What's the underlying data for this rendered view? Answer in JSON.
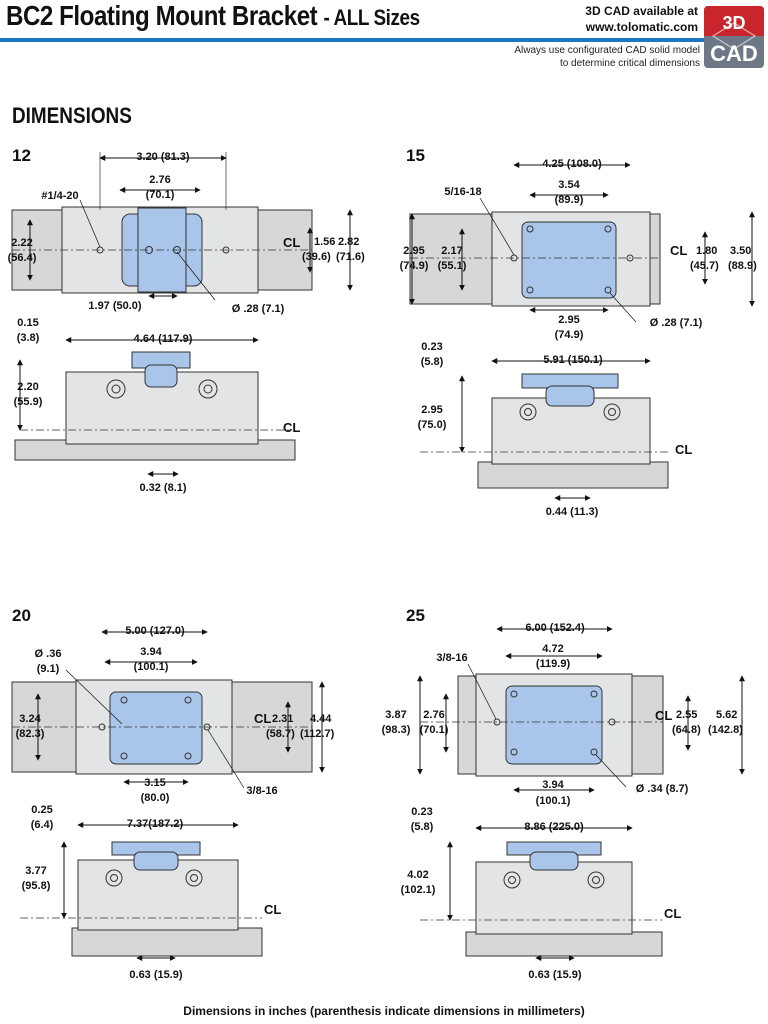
{
  "header": {
    "title": "BC2 Floating Mount Bracket",
    "title_suffix": "- ALL Sizes",
    "cad_line1": "3D CAD available at",
    "cad_line2": "www.tolomatic.com",
    "note_line1": "Always use configurated CAD solid model",
    "note_line2": "to determine critical dimensions",
    "logo_top": "3D",
    "logo_bottom": "CAD"
  },
  "section_title": "DIMENSIONS",
  "colors": {
    "accent_blue": "#1f78bd",
    "bracket_blue": "#a9c5ea",
    "body_gray": "#d6d7d9",
    "logo_red": "#c8262c",
    "logo_gray": "#6d7785"
  },
  "sizes": [
    {
      "label": "12",
      "top": {
        "overall_width": "3.20 (81.3)",
        "inner_width": "2.76",
        "inner_width_mm": "(70.1)",
        "thread": "#1/4-20",
        "hole": "Ø .28 (7.1)",
        "hole_spacing": "1.97 (50.0)",
        "left_height": "2.22",
        "left_height_mm": "(56.4)",
        "right_inner": "1.56",
        "right_inner_mm": "(39.6)",
        "right_outer": "2.82",
        "right_outer_mm": "(71.6)",
        "cl": "CL"
      },
      "side": {
        "offset": "0.15",
        "offset_mm": "(3.8)",
        "length": "4.64 (117.9)",
        "height": "2.20",
        "height_mm": "(55.9)",
        "gap": "0.32 (8.1)",
        "cl": "CL"
      }
    },
    {
      "label": "15",
      "top": {
        "overall_width": "4.25 (108.0)",
        "inner_width": "3.54",
        "inner_width_mm": "(89.9)",
        "thread": "5/16-18",
        "hole": "Ø .28 (7.1)",
        "hole_spacing": "2.95",
        "hole_spacing_mm": "(74.9)",
        "left_outer": "2.95",
        "left_outer_mm": "(74.9)",
        "left_inner": "2.17",
        "left_inner_mm": "(55.1)",
        "right_inner": "1.80",
        "right_inner_mm": "(45.7)",
        "right_outer": "3.50",
        "right_outer_mm": "(88.9)",
        "cl": "CL"
      },
      "side": {
        "offset": "0.23",
        "offset_mm": "(5.8)",
        "length": "5.91 (150.1)",
        "height": "2.95",
        "height_mm": "(75.0)",
        "gap": "0.44 (11.3)",
        "cl": "CL"
      }
    },
    {
      "label": "20",
      "top": {
        "overall_width": "5.00 (127.0)",
        "inner_width": "3.94",
        "inner_width_mm": "(100.1)",
        "hole": "Ø .36",
        "hole_mm": "(9.1)",
        "thread": "3/8-16",
        "hole_spacing": "3.15",
        "hole_spacing_mm": "(80.0)",
        "left_height": "3.24",
        "left_height_mm": "(82.3)",
        "right_inner": "2.31",
        "right_inner_mm": "(58.7)",
        "right_outer": "4.44",
        "right_outer_mm": "(112.7)",
        "cl": "CL"
      },
      "side": {
        "offset": "0.25",
        "offset_mm": "(6.4)",
        "length": "7.37(187.2)",
        "height": "3.77",
        "height_mm": "(95.8)",
        "gap": "0.63 (15.9)",
        "cl": "CL"
      }
    },
    {
      "label": "25",
      "top": {
        "overall_width": "6.00 (152.4)",
        "inner_width": "4.72",
        "inner_width_mm": "(119.9)",
        "thread": "3/8-16",
        "hole": "Ø .34 (8.7)",
        "hole_spacing": "3.94",
        "hole_spacing_mm": "(100.1)",
        "left_outer": "3.87",
        "left_outer_mm": "(98.3)",
        "left_inner": "2.76",
        "left_inner_mm": "(70.1)",
        "right_inner": "2.55",
        "right_inner_mm": "(64.8)",
        "right_outer": "5.62",
        "right_outer_mm": "(142.8)",
        "cl": "CL"
      },
      "side": {
        "offset": "0.23",
        "offset_mm": "(5.8)",
        "length": "8.86 (225.0)",
        "height": "4.02",
        "height_mm": "(102.1)",
        "gap": "0.63 (15.9)",
        "cl": "CL"
      }
    }
  ],
  "footer": "Dimensions in inches (parenthesis indicate dimensions in millimeters)"
}
